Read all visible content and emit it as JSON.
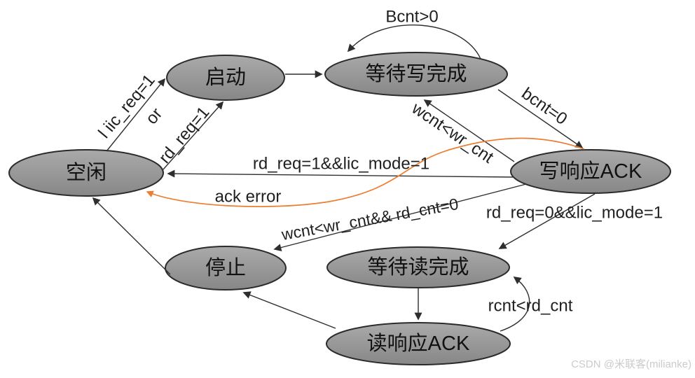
{
  "diagram_type": "state-machine",
  "colors": {
    "node_top": "#aaaaaa",
    "node_bottom": "#878787",
    "node_border": "#2b2b2b",
    "node_text": "#111111",
    "edge_color": "#2e2e2e",
    "accent_orange": "#ED7D31",
    "label_color": "#1f1f1f",
    "watermark_color": "#cbcbcb"
  },
  "nodes": [
    {
      "id": "start",
      "label": "启动"
    },
    {
      "id": "wait-write-done",
      "label": "等待写完成"
    },
    {
      "id": "idle",
      "label": "空闲"
    },
    {
      "id": "write-ack",
      "label": "写响应ACK"
    },
    {
      "id": "stop",
      "label": "停止"
    },
    {
      "id": "wait-read-done",
      "label": "等待读完成"
    },
    {
      "id": "read-ack",
      "label": "读响应ACK"
    }
  ],
  "edges": [
    {
      "from": "空闲",
      "to": "启动",
      "label": "l iic_req=1"
    },
    {
      "from": "空闲",
      "to": "启动",
      "label": "rd_req=1"
    },
    {
      "from": "空闲",
      "to": "启动",
      "label": "or"
    },
    {
      "from": "启动",
      "to": "等待写完成",
      "label": ""
    },
    {
      "from": "等待写完成",
      "to": "等待写完成",
      "label": "Bcnt>0"
    },
    {
      "from": "等待写完成",
      "to": "写响应ACK",
      "label": "bcnt=0"
    },
    {
      "from": "写响应ACK",
      "to": "等待写完成",
      "label": "wcnt<wr_cnt"
    },
    {
      "from": "写响应ACK",
      "to": "空闲",
      "label": "rd_req=1&&lic_mode=1"
    },
    {
      "from": "写响应ACK",
      "to": "空闲",
      "label": "ack error",
      "color": "#ED7D31"
    },
    {
      "from": "写响应ACK",
      "to": "停止",
      "label": "wcnt<wr_cnt&& rd_cnt=0"
    },
    {
      "from": "写响应ACK",
      "to": "等待读完成",
      "label": "rd_req=0&&lic_mode=1"
    },
    {
      "from": "等待读完成",
      "to": "读响应ACK",
      "label": ""
    },
    {
      "from": "读响应ACK",
      "to": "等待读完成",
      "label": "rcnt<rd_cnt"
    },
    {
      "from": "读响应ACK",
      "to": "停止",
      "label": ""
    },
    {
      "from": "停止",
      "to": "空闲",
      "label": ""
    }
  ],
  "watermark": "CSDN @米联客(milianke)"
}
